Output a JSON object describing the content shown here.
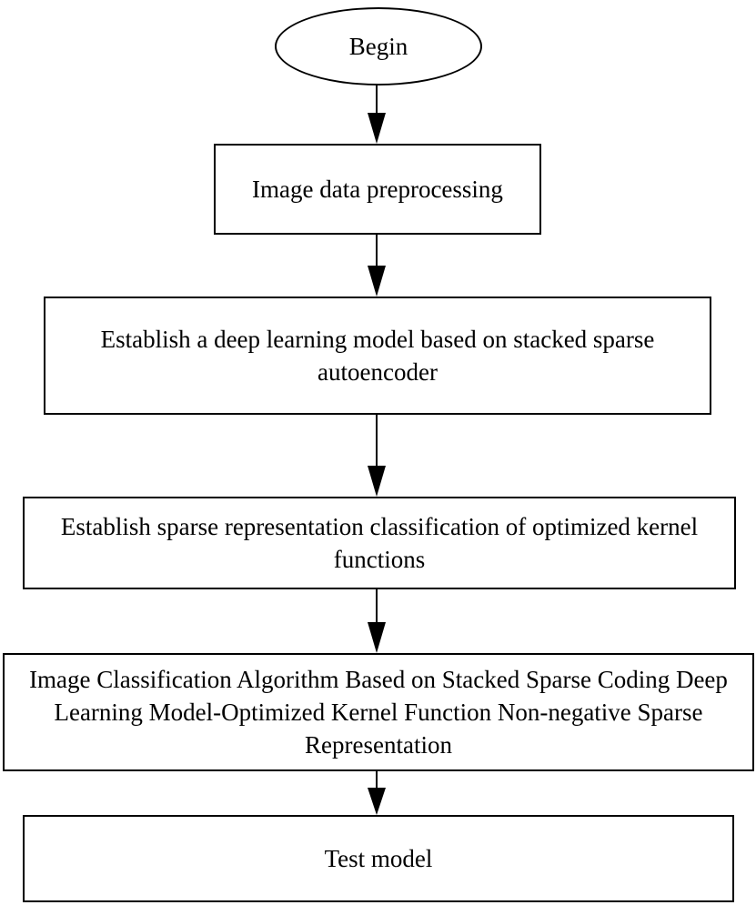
{
  "flowchart": {
    "start": "Begin",
    "steps": [
      "Image data preprocessing",
      "Establish a deep learning model based on stacked sparse autoencoder",
      "Establish sparse representation classification of optimized kernel functions",
      "Image Classification Algorithm Based on Stacked Sparse Coding Deep Learning Model-Optimized Kernel Function Non-negative Sparse Representation",
      "Test model"
    ]
  }
}
